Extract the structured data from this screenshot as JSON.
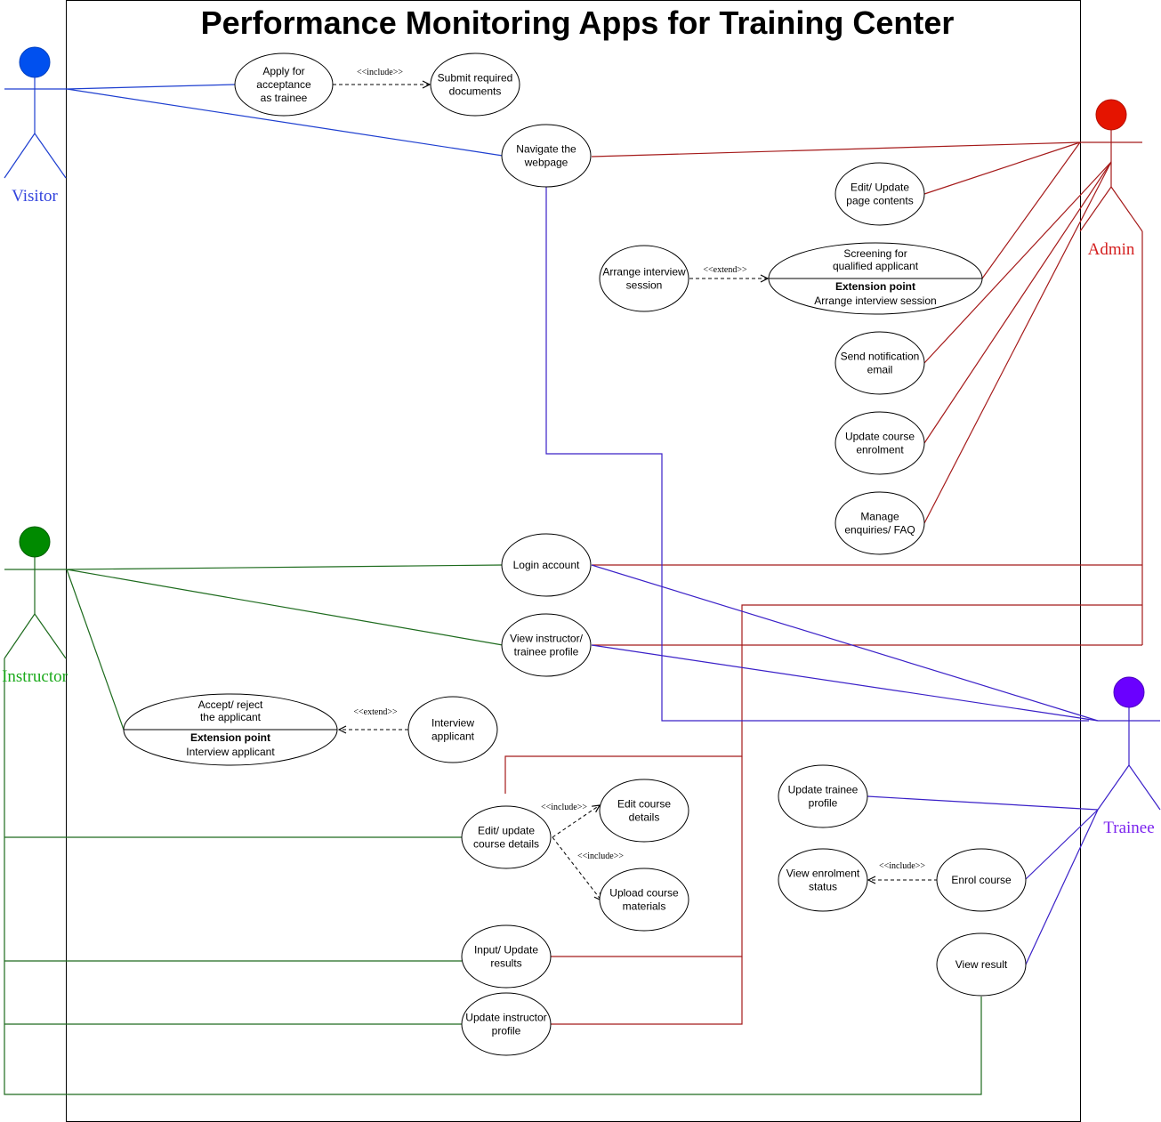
{
  "title": "Performance Monitoring Apps for Training Center",
  "colors": {
    "visitor": "#0050EF",
    "visitor_line": "#1E3FD0",
    "instructor": "#008A00",
    "instructor_text": "#1BAA1B",
    "instructor_line": "#1D6B1D",
    "admin": "#E51400",
    "admin_text": "#D42020",
    "admin_line": "#A51A1A",
    "trainee": "#6A00FF",
    "trainee_text": "#7A22EE",
    "trainee_line": "#3A20C8"
  },
  "actors": {
    "visitor": "Visitor",
    "admin": "Admin",
    "instructor": "Instructor",
    "trainee": "Trainee"
  },
  "use_cases": {
    "apply": [
      "Apply for",
      "acceptance",
      "as trainee"
    ],
    "submit_docs": [
      "Submit required",
      "documents"
    ],
    "navigate": [
      "Navigate the",
      "webpage"
    ],
    "edit_page": [
      "Edit/ Update",
      "page contents"
    ],
    "arrange_interview": [
      "Arrange interview",
      "session"
    ],
    "screening": [
      "Screening for",
      "qualified applicant"
    ],
    "screening_ext_title": "Extension point",
    "screening_ext_value": "Arrange interview session",
    "send_email": [
      "Send notification",
      "email"
    ],
    "update_enrolment": [
      "Update course",
      "enrolment"
    ],
    "manage_faq": [
      "Manage",
      "enquiries/ FAQ"
    ],
    "login": [
      "Login account"
    ],
    "view_profile": [
      "View instructor/",
      "trainee profile"
    ],
    "accept_reject": [
      "Accept/ reject",
      "the applicant"
    ],
    "accept_ext_title": "Extension point",
    "accept_ext_value": "Interview applicant",
    "interview_applicant": [
      "Interview",
      "applicant"
    ],
    "edit_course": [
      "Edit/ update",
      "course details"
    ],
    "edit_course_details": [
      "Edit course",
      "details"
    ],
    "upload_materials": [
      "Upload course",
      "materials"
    ],
    "input_results": [
      "Input/ Update",
      "results"
    ],
    "update_instructor_profile": [
      "Update instructor",
      "profile"
    ],
    "update_trainee_profile": [
      "Update trainee",
      "profile"
    ],
    "view_enrolment": [
      "View enrolment",
      "status"
    ],
    "enrol_course": [
      "Enrol course"
    ],
    "view_result": [
      "View result"
    ]
  },
  "stereotypes": {
    "include": "<<include>>",
    "extend": "<<extend>>"
  }
}
